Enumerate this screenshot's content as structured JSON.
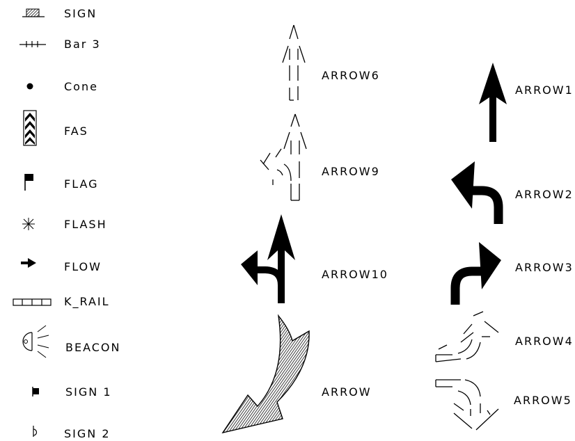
{
  "legend_left": [
    {
      "label": "SIGN",
      "icon": "sign-icon"
    },
    {
      "label": "Bar 3",
      "icon": "bar3-icon"
    },
    {
      "label": "Cone",
      "icon": "cone-icon"
    },
    {
      "label": "FAS",
      "icon": "fas-chevron-icon"
    },
    {
      "label": "FLAG",
      "icon": "flag-icon"
    },
    {
      "label": "FLASH",
      "icon": "flash-icon"
    },
    {
      "label": "FLOW",
      "icon": "flow-arrow-icon"
    },
    {
      "label": "K_RAIL",
      "icon": "k-rail-icon"
    },
    {
      "label": "BEACON",
      "icon": "beacon-icon"
    },
    {
      "label": "SIGN 1",
      "icon": "sign1-icon"
    },
    {
      "label": "SIGN 2",
      "icon": "sign2-icon"
    }
  ],
  "arrows_middle": [
    {
      "label": "ARROW6",
      "icon": "arrow6-dashed-straight-icon"
    },
    {
      "label": "ARROW9",
      "icon": "arrow9-dashed-straight-left-icon"
    },
    {
      "label": "ARROW10",
      "icon": "arrow10-straight-left-icon"
    },
    {
      "label": "ARROW",
      "icon": "arrow-curved-hatched-icon"
    }
  ],
  "arrows_right": [
    {
      "label": "ARROW1",
      "icon": "arrow1-straight-icon"
    },
    {
      "label": "ARROW2",
      "icon": "arrow2-left-turn-icon"
    },
    {
      "label": "ARROW3",
      "icon": "arrow3-right-turn-icon"
    },
    {
      "label": "ARROW4",
      "icon": "arrow4-dashed-up-turn-icon"
    },
    {
      "label": "ARROW5",
      "icon": "arrow5-dashed-down-turn-icon"
    }
  ]
}
